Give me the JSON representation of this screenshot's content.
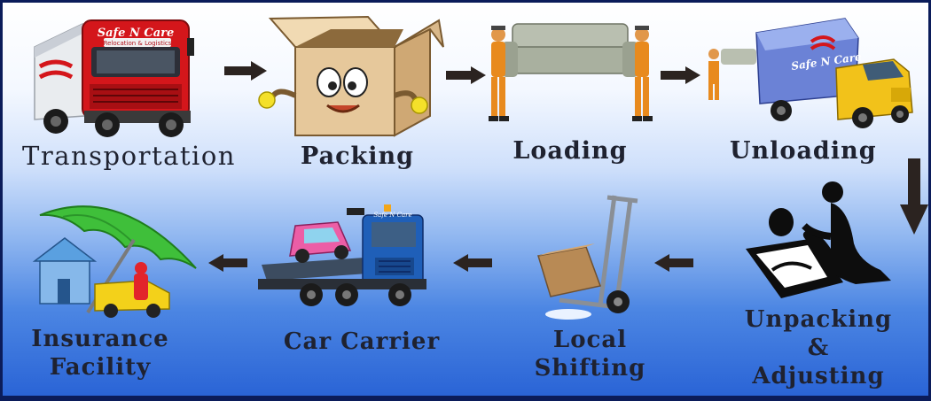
{
  "steps": [
    {
      "id": "transportation",
      "label": "Transportation"
    },
    {
      "id": "packing",
      "label": "Packing"
    },
    {
      "id": "loading",
      "label": "Loading"
    },
    {
      "id": "unloading",
      "label": "Unloading"
    },
    {
      "id": "unpacking",
      "label_lines": [
        "Unpacking",
        "&",
        "Adjusting"
      ]
    },
    {
      "id": "local_shifting",
      "label_lines": [
        "Local",
        "Shifting"
      ]
    },
    {
      "id": "car_carrier",
      "label": "Car Carrier"
    },
    {
      "id": "insurance",
      "label_lines": [
        "Insurance",
        "Facility"
      ]
    }
  ],
  "truck_branding": {
    "brand": "Safe N Care",
    "tagline": "Relocation & Logistics"
  },
  "colors": {
    "frame": "#0b1c5a",
    "arrow": "#2b2320",
    "text": "#1f2230",
    "red_truck": "#d4161b",
    "yellow_cab": "#f2c21a",
    "blue_truck": "#1f5fb8",
    "umbrella": "#3fbf3a"
  }
}
